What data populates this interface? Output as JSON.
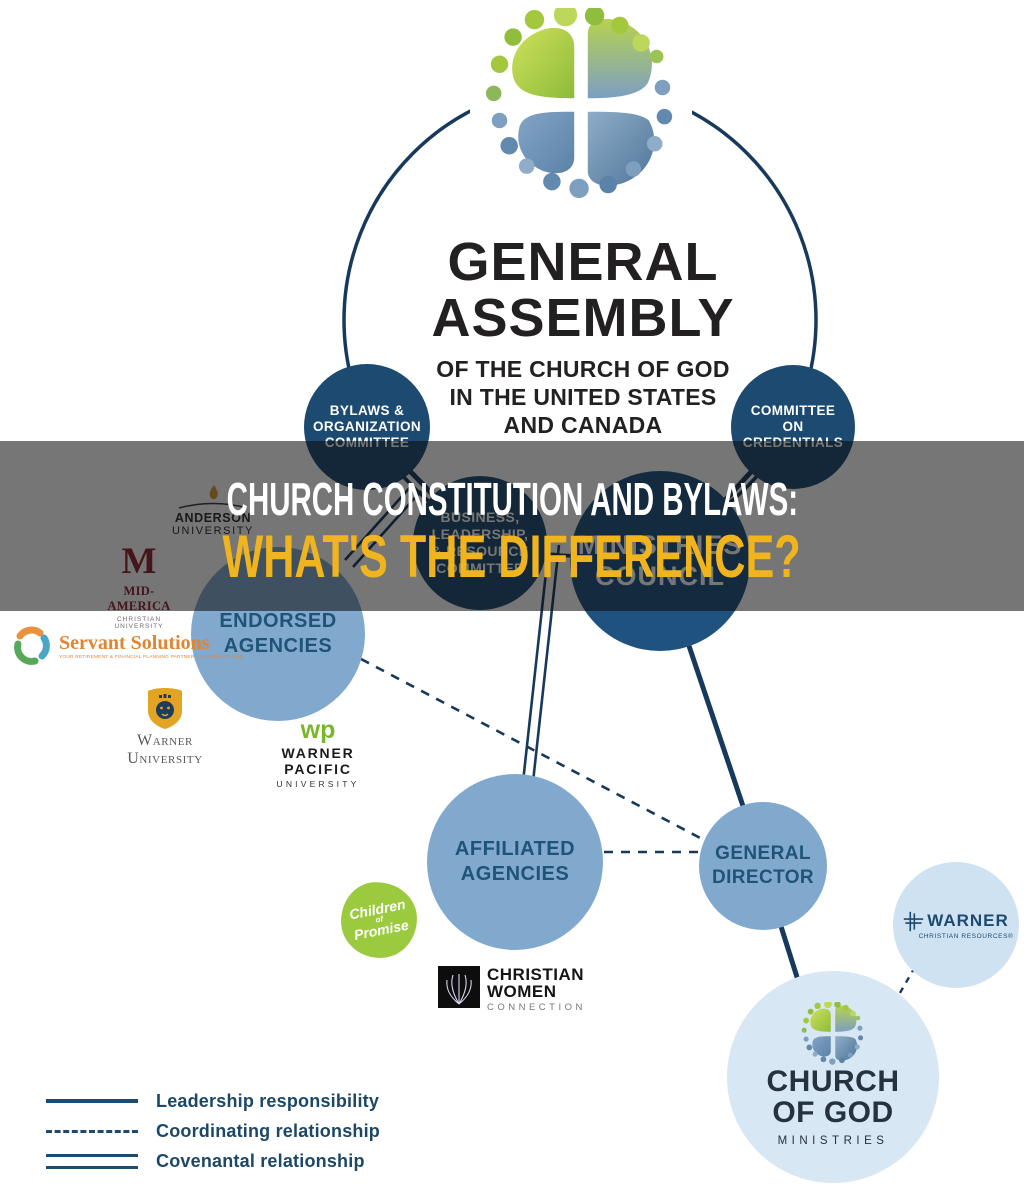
{
  "banner": {
    "line1": "CHURCH CONSTITUTION AND BYLAWS:",
    "line2": "WHAT'S THE DIFFERENCE?",
    "accent_color": "#f0b41f"
  },
  "assembly": {
    "title1": "GENERAL",
    "title2": "ASSEMBLY",
    "sub1": "OF THE CHURCH OF GOD",
    "sub2": "IN THE UNITED STATES",
    "sub3": "AND CANADA"
  },
  "circles": {
    "bylaws": [
      "BYLAWS &",
      "ORGANIZATION",
      "COMMITTEE"
    ],
    "credentials": [
      "COMMITTEE",
      "ON",
      "CREDENTIALS"
    ],
    "business": [
      "BUSINESS,",
      "LEADERSHIP,",
      "& RESOURCE",
      "COMMITTEE"
    ],
    "ministries": [
      "MINISTRIES",
      "COUNCIL"
    ],
    "endorsed": [
      "ENDORSED",
      "AGENCIES"
    ],
    "affiliated": [
      "AFFILIATED",
      "AGENCIES"
    ],
    "director": [
      "GENERAL",
      "DIRECTOR"
    ]
  },
  "cog": {
    "line1": "CHURCH",
    "line2": "OF GOD",
    "line3": "MINISTRIES"
  },
  "logos": {
    "anderson": {
      "line1": "ANDERSON",
      "line2": "UNIVERSITY"
    },
    "mid_america": {
      "monogram": "M",
      "line1": "MID-AMERICA",
      "line2": "CHRISTIAN UNIVERSITY"
    },
    "servant": {
      "name": "Servant Solutions",
      "tagline": "YOUR RETIREMENT & FINANCIAL PLANNING PARTNER • CHURCH OF GOD"
    },
    "warner_university": {
      "name": "Warner University"
    },
    "warner_pacific": {
      "mark": "wp",
      "line1": "WARNER PACIFIC",
      "line2": "UNIVERSITY"
    },
    "children": {
      "line1": "Children",
      "line2": "of",
      "line3": "Promise"
    },
    "cwc": {
      "line1": "CHRISTIAN",
      "line2": "WOMEN",
      "line3": "CONNECTION"
    },
    "wcr": {
      "line1": "WARNER",
      "line2": "CHRISTIAN RESOURCES®"
    }
  },
  "legend": {
    "items": [
      {
        "style": "solid",
        "label": "Leadership responsibility"
      },
      {
        "style": "dashed",
        "label": "Coordinating relationship"
      },
      {
        "style": "double",
        "label": "Covenantal relationship"
      }
    ]
  },
  "colors": {
    "navy_circle": "#1d4a70",
    "council_circle": "#1f527f",
    "agency_circle": "#81a9ce",
    "pale_circle": "#d7e7f3",
    "line_navy": "#17395c",
    "banner_yellow": "#f0b41f",
    "overlay": "rgba(12,12,12,0.57)"
  }
}
